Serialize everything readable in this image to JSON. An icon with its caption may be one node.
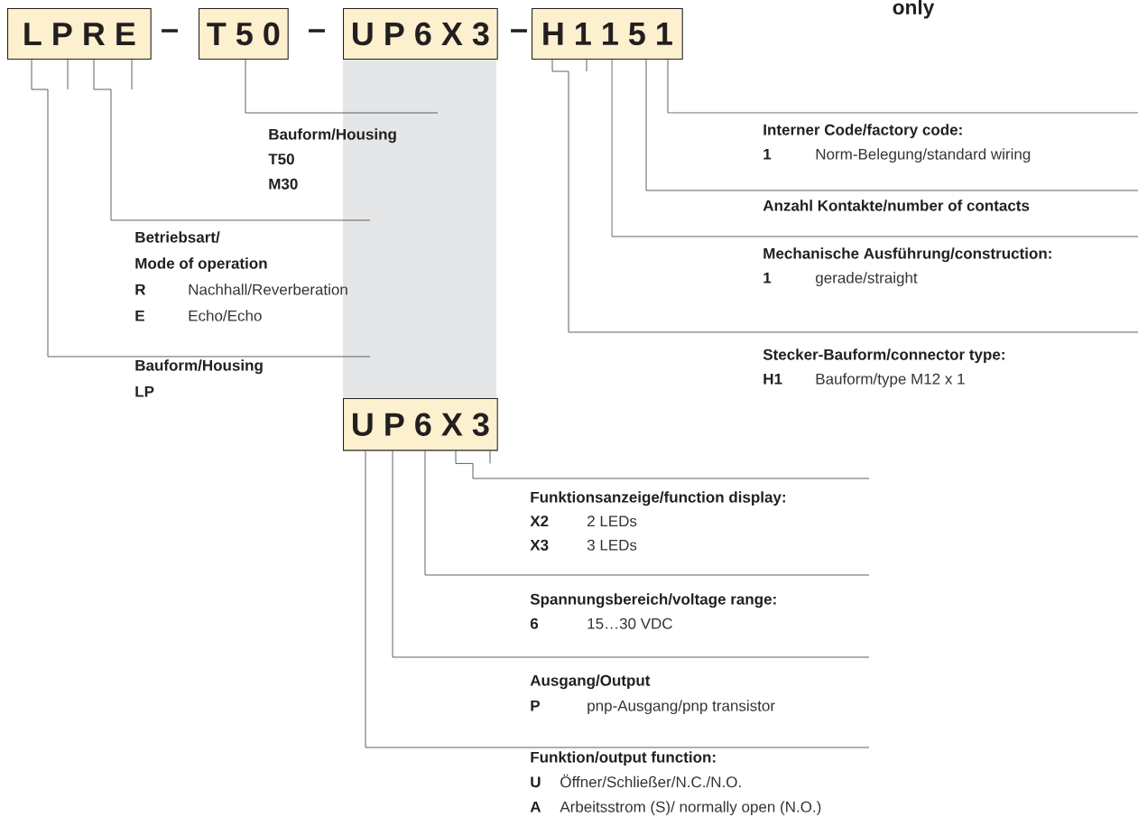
{
  "diagram": {
    "nodes": [
      {
        "text": [
          "L P R E"
        ]
      },
      {
        "text": [
          "T 5 0"
        ]
      },
      {
        "text": [
          "U P 6 X 3"
        ]
      },
      {
        "text": [
          "H 1 1 5 1"
        ]
      },
      {
        "text": [
          "U P 6 X 3"
        ]
      },
      {
        "text": [
          "Bauform/Housing",
          "T50",
          "M30"
        ]
      },
      {
        "text": [
          "Betriebsart/",
          "Mode of operation",
          "R",
          "Nachhall/Reverberation",
          "E",
          "Echo/Echo"
        ]
      },
      {
        "text": [
          "Bauform/Housing",
          "LP"
        ]
      },
      {
        "text": [
          "Interner Code/factory code:",
          "1",
          "Norm-Belegung/standard wiring"
        ]
      },
      {
        "text": [
          "Anzahl Kontakte/number of contacts"
        ]
      },
      {
        "text": [
          "Mechanische Ausführung/construction:",
          "1",
          "gerade/straight"
        ]
      },
      {
        "text": [
          "Stecker-Bauform/connector type:",
          "H1",
          "Bauform/type M12 x 1"
        ]
      },
      {
        "text": [
          "Funktionsanzeige/function display:",
          "X2",
          "2 LEDs",
          "X3",
          "3 LEDs"
        ]
      },
      {
        "text": [
          "Spannungsbereich/voltage range:",
          "6",
          "15…30 VDC"
        ]
      },
      {
        "text": [
          "Ausgang/Output",
          "P",
          "pnp-Ausgang/pnp transistor"
        ]
      },
      {
        "text": [
          "Funktion/output function:",
          "U",
          "Öffner/Schließer/N.C./N.O.",
          "A",
          "Arbeitsstrom (S)/ normally open (N.O.)"
        ]
      }
    ],
    "edges": [
      {
        "from": 7,
        "to": 0,
        "arrow": "none"
      },
      {
        "from": 6,
        "to": 0,
        "arrow": "none"
      },
      {
        "from": 5,
        "to": 1,
        "arrow": "none"
      },
      {
        "from": 8,
        "to": 3,
        "arrow": "none"
      },
      {
        "from": 9,
        "to": 3,
        "arrow": "none"
      },
      {
        "from": 10,
        "to": 3,
        "arrow": "none"
      },
      {
        "from": 11,
        "to": 3,
        "arrow": "none"
      },
      {
        "from": 12,
        "to": 4,
        "arrow": "none"
      },
      {
        "from": 13,
        "to": 4,
        "arrow": "none"
      },
      {
        "from": 14,
        "to": 4,
        "arrow": "none"
      },
      {
        "from": 15,
        "to": 4,
        "arrow": "none"
      }
    ],
    "labels": [
      "only",
      "–",
      "–",
      "–"
    ]
  }
}
